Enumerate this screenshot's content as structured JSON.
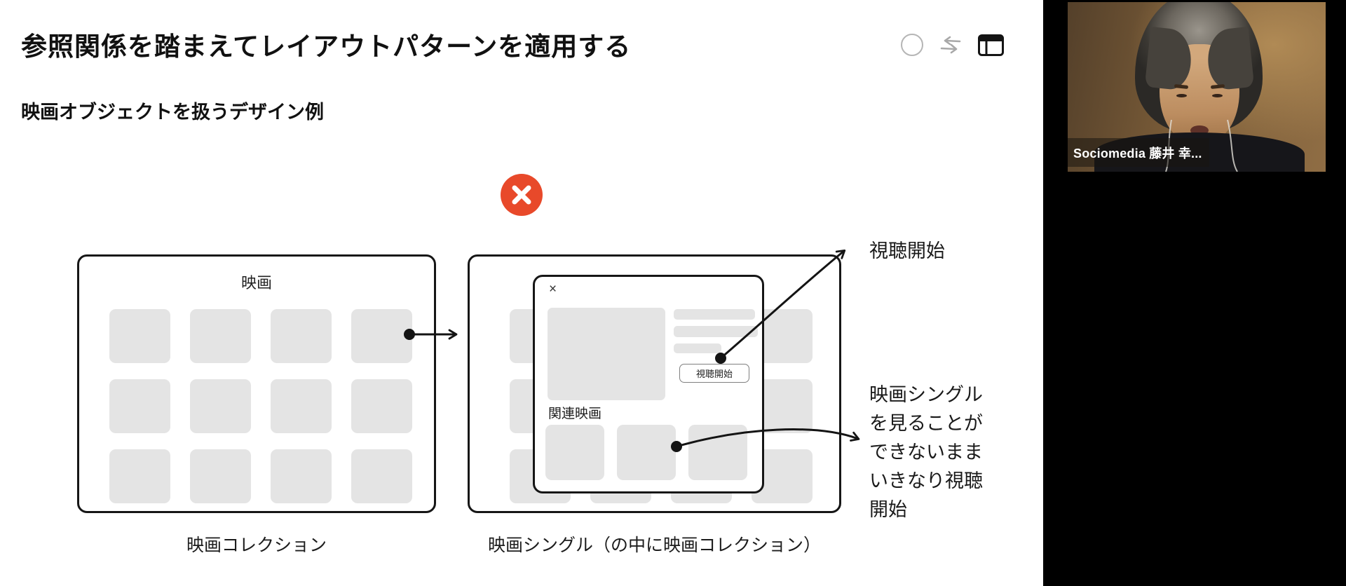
{
  "toolbar": {
    "icons": [
      {
        "name": "circle-icon"
      },
      {
        "name": "swap-arrows-icon"
      },
      {
        "name": "layout-window-icon"
      }
    ]
  },
  "slide": {
    "title": "参照関係を踏まえてレイアウトパターンを適用する",
    "subtitle": "映画オブジェクトを扱うデザイン例",
    "error_badge_color": "#E8492A",
    "placeholder_color": "#E4E4E4",
    "left_panel": {
      "title": "映画",
      "caption": "映画コレクション",
      "grid": {
        "rows": 3,
        "cols": 4
      }
    },
    "right_panel": {
      "caption": "映画シングル（の中に映画コレクション）",
      "grid": {
        "rows": 3,
        "cols": 4
      },
      "modal": {
        "close_label": "×",
        "heading": "関連映画",
        "button_label": "視聴開始",
        "related_items": 3
      }
    },
    "annotations": {
      "watch_start": "視聴開始",
      "problem_text": "映画シングル\nを見ることが\nできないまま\nいきなり視聴\n開始"
    }
  },
  "video_panel": {
    "participant_name": "Sociomedia 藤井 幸...",
    "background_color": "#000000"
  }
}
